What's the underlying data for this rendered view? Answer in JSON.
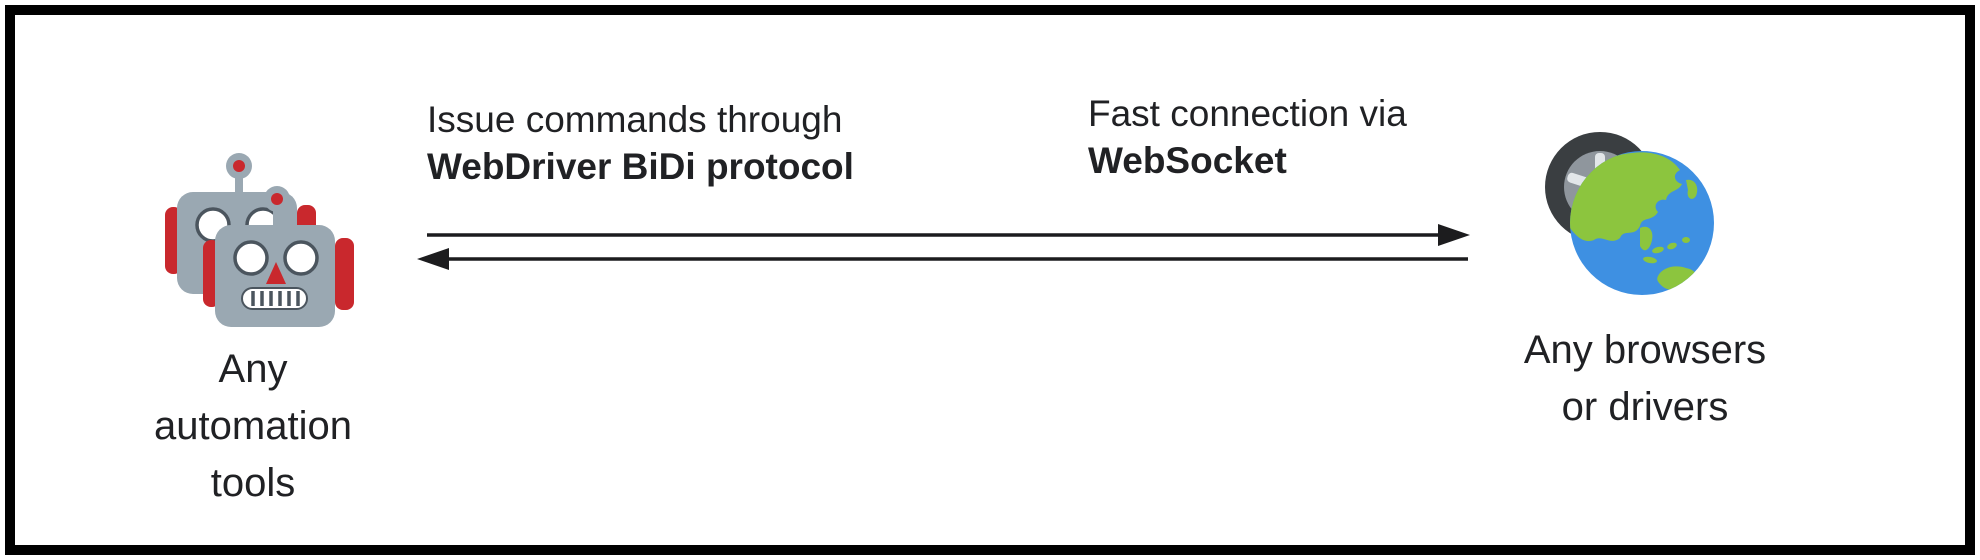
{
  "diagram": {
    "left_node": {
      "icon": "robots-icon",
      "caption_lines": [
        "Any",
        "automation",
        "tools"
      ]
    },
    "right_node": {
      "icon": "wheel-globe-icon",
      "caption_lines": [
        "Any browsers",
        "or drivers"
      ]
    },
    "connection_labels": {
      "left": {
        "regular": "Issue commands through",
        "bold": "WebDriver BiDi protocol"
      },
      "right": {
        "regular": "Fast connection via",
        "bold": "WebSocket"
      }
    },
    "arrows": {
      "top_direction": "left-to-right",
      "bottom_direction": "right-to-left"
    },
    "colors": {
      "text": "#202124",
      "arrow": "#1c1c1e",
      "border": "#000000",
      "robot_body": "#9aa8b2",
      "robot_accent": "#c9282d",
      "robot_eye_ring": "#4b555e",
      "globe_ocean": "#3e90e2",
      "globe_land": "#8cc53e",
      "tire": "#3a3e41",
      "rim": "#e2e6e9"
    }
  }
}
